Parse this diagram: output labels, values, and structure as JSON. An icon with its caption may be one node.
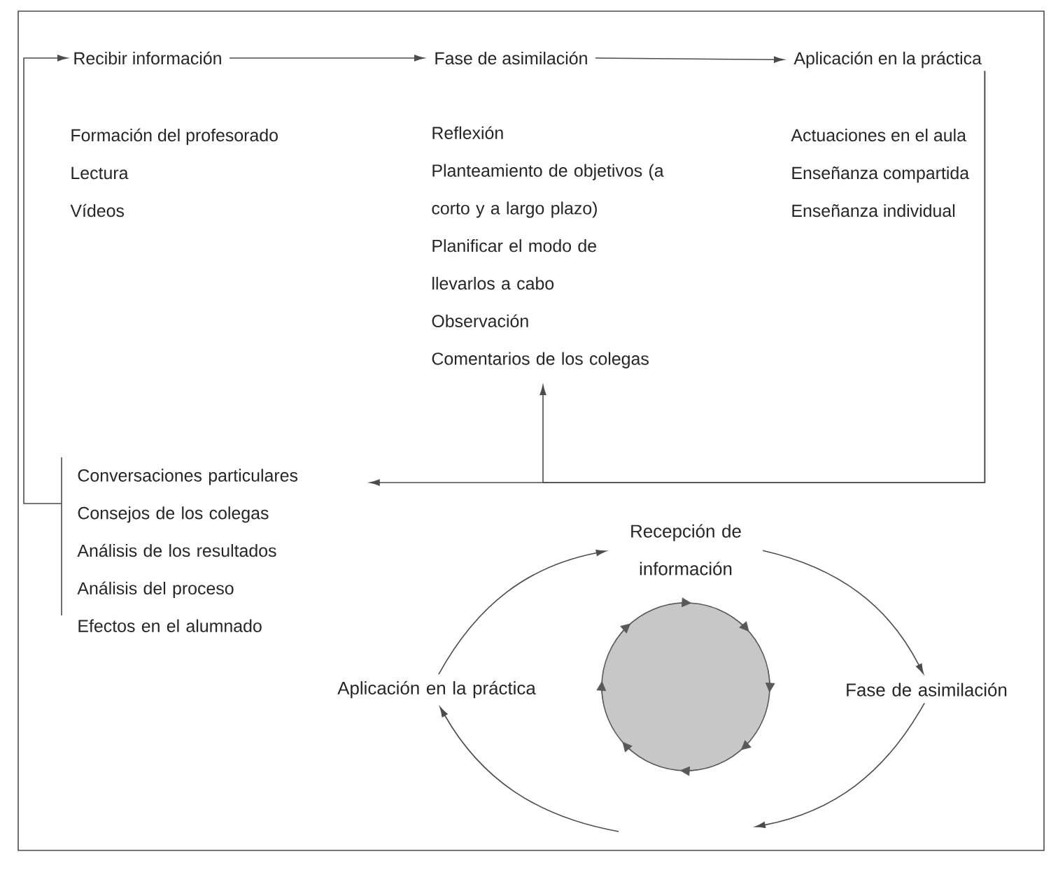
{
  "diagram": {
    "nodes": [
      {
        "text": [
          "Recibir información"
        ]
      },
      {
        "text": [
          "Fase de asimilación"
        ]
      },
      {
        "text": [
          "Aplicación en la práctica"
        ]
      },
      {
        "text": [
          "Reflexión",
          "Planteamiento de objetivos (a corto y a largo plazo)",
          "Planificar el modo de llevarlos a cabo",
          "Observación",
          "Comentarios de los colegas"
        ]
      },
      {
        "text": [
          "Conversaciones particulares",
          "Consejos de los colegas",
          "Análisis de los resultados",
          "Análisis del proceso",
          "Efectos en el alumnado"
        ]
      },
      {
        "text": [
          "Recepción de información"
        ]
      },
      {
        "text": [
          "Aplicación en la práctica"
        ]
      },
      {
        "text": [],
        "shape": "circle"
      },
      {
        "text": [
          "Fase de asimilación"
        ]
      }
    ],
    "edges": [
      {
        "from": 0,
        "to": 1,
        "arrow": "to"
      },
      {
        "from": 1,
        "to": 2,
        "arrow": "to"
      },
      {
        "from": 2,
        "to": 4,
        "arrow": "to"
      },
      {
        "from": 2,
        "to": 3,
        "arrow": "to"
      },
      {
        "from": 4,
        "to": 0,
        "arrow": "to"
      },
      {
        "from": 6,
        "to": 5,
        "arrow": "to"
      },
      {
        "from": 5,
        "to": 8,
        "arrow": "to"
      },
      {
        "from": 8,
        "to": null,
        "arrow": "to"
      },
      {
        "from": null,
        "to": 6,
        "arrow": "to"
      }
    ],
    "labels": [
      "Formación del profesorado",
      "Lectura",
      "Vídeos",
      "Actuaciones en el aula",
      "Enseñanza compartida",
      "Enseñanza individual"
    ]
  }
}
